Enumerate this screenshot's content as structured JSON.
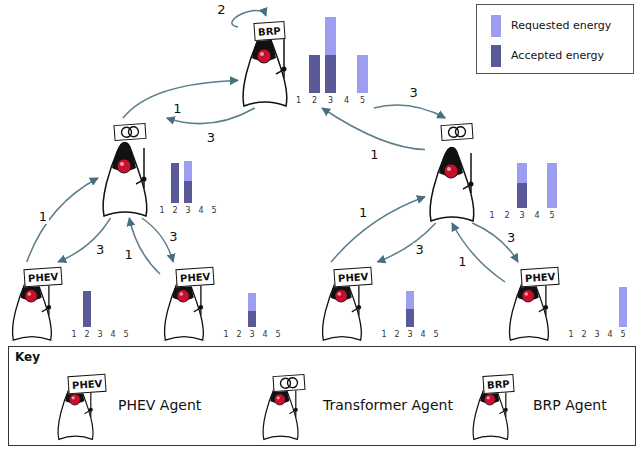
{
  "diagram": {
    "nodes": [
      {
        "text": [
          "BRP",
          "1",
          "2",
          "3",
          "4",
          "5"
        ]
      },
      {
        "text": [
          "1",
          "2",
          "3",
          "4",
          "5"
        ]
      },
      {
        "text": [
          "1",
          "2",
          "3",
          "4",
          "5"
        ]
      },
      {
        "text": [
          "PHEV",
          "1",
          "2",
          "3",
          "4",
          "5"
        ]
      },
      {
        "text": [
          "PHEV",
          "1",
          "2",
          "3",
          "4",
          "5"
        ]
      },
      {
        "text": [
          "PHEV",
          "1",
          "2",
          "3",
          "4",
          "5"
        ]
      },
      {
        "text": [
          "PHEV",
          "1",
          "2",
          "3",
          "4",
          "5"
        ]
      },
      {
        "text": [
          "Key"
        ]
      },
      {
        "text": [
          "PHEV",
          "PHEV Agent"
        ],
        "in": 7
      },
      {
        "text": [
          "Transformer Agent"
        ],
        "in": 7
      },
      {
        "text": [
          "BRP",
          "BRP Agent"
        ],
        "in": 7
      }
    ],
    "edges": [
      {
        "from": 1,
        "to": 0,
        "arrow": "to",
        "label": "1"
      },
      {
        "from": 0,
        "to": 1,
        "arrow": "to",
        "label": "3"
      },
      {
        "from": 2,
        "to": 0,
        "arrow": "to",
        "label": "1"
      },
      {
        "from": 0,
        "to": 2,
        "arrow": "to",
        "label": "3"
      },
      {
        "from": 0,
        "to": 0,
        "arrow": "to",
        "label": "2"
      },
      {
        "from": 3,
        "to": 1,
        "arrow": "to",
        "label": "1"
      },
      {
        "from": 1,
        "to": 3,
        "arrow": "to",
        "label": "3"
      },
      {
        "from": 1,
        "to": 4,
        "arrow": "to",
        "label": "3"
      },
      {
        "from": 4,
        "to": 1,
        "arrow": "to",
        "label": "1"
      },
      {
        "from": 5,
        "to": 2,
        "arrow": "to",
        "label": "1"
      },
      {
        "from": 2,
        "to": 5,
        "arrow": "to",
        "label": "3"
      },
      {
        "from": 2,
        "to": 6,
        "arrow": "to",
        "label": "3"
      },
      {
        "from": 6,
        "to": 2,
        "arrow": "to",
        "label": "1"
      }
    ],
    "legend": [
      {
        "text": "Requested energy",
        "color": "#9d9df2"
      },
      {
        "text": "Accepted energy",
        "color": "#5a5a98"
      }
    ]
  }
}
